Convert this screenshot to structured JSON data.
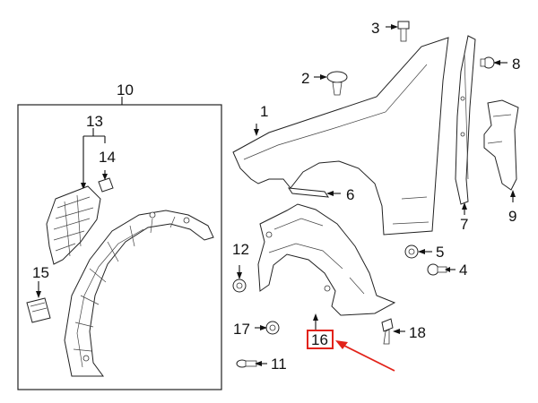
{
  "callouts": {
    "c1": "1",
    "c2": "2",
    "c3": "3",
    "c4": "4",
    "c5": "5",
    "c6": "6",
    "c7": "7",
    "c8": "8",
    "c9": "9",
    "c10": "10",
    "c11": "11",
    "c12": "12",
    "c13": "13",
    "c14": "14",
    "c15": "15",
    "c16": "16",
    "c17": "17",
    "c18": "18"
  },
  "colors": {
    "highlight": "#e2231a",
    "line": "#222222",
    "background": "#ffffff"
  }
}
